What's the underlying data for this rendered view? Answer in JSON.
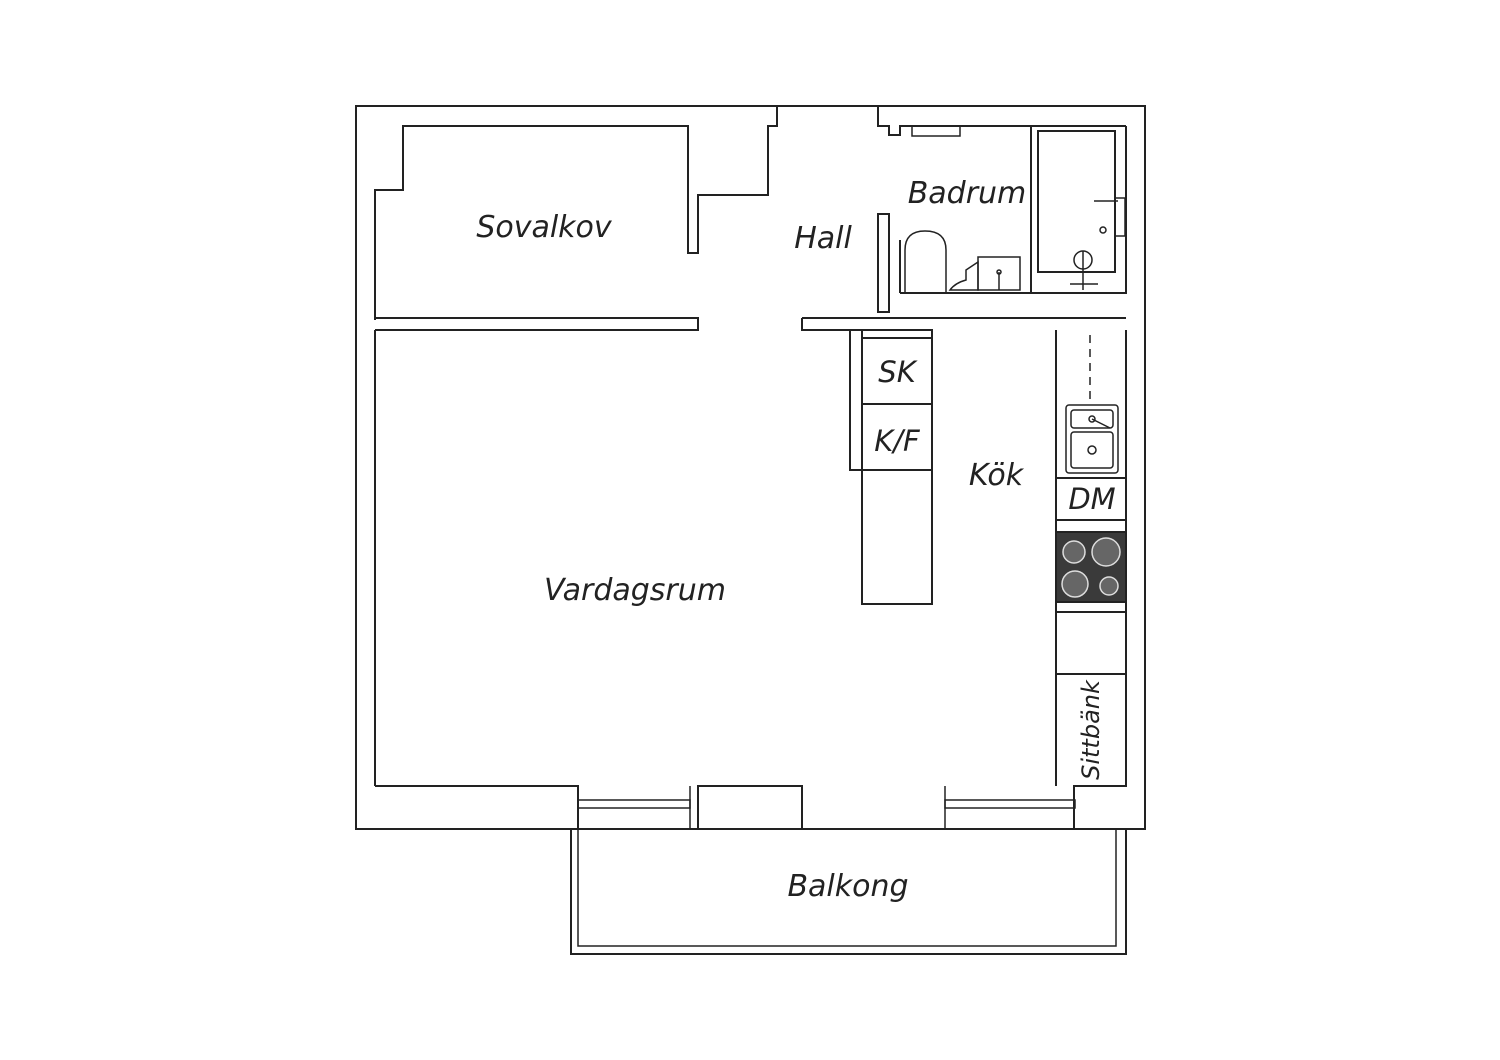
{
  "rooms": {
    "sovalkov": "Sovalkov",
    "hall": "Hall",
    "badrum": "Badrum",
    "vardagsrum": "Vardagsrum",
    "kok": "Kök",
    "balkong": "Balkong"
  },
  "fixtures": {
    "sk": "SK",
    "kf": "K/F",
    "dm": "DM",
    "sittbank": "Sittbänk"
  },
  "colors": {
    "line": "#222222",
    "background": "#ffffff",
    "stove": "#3a3a3a"
  }
}
